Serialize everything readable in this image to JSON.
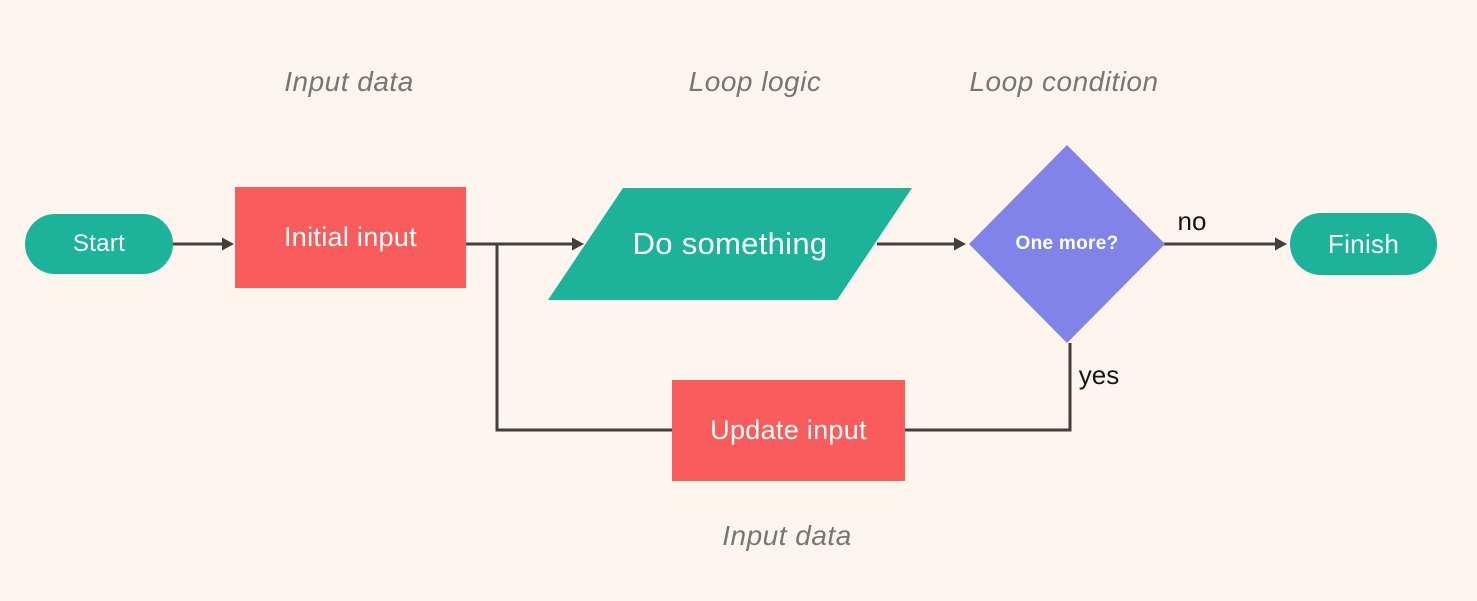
{
  "canvas": {
    "background": "#FDF5EE"
  },
  "palette": {
    "terminal_fill": "#1DB29A",
    "process_fill": "#F85C5C",
    "decision_fill": "#8183E8",
    "connector_color": "#433F3D",
    "annotation_text_color": "#7B7571",
    "shape_text_color": "#FFFFFF",
    "edge_label_text_color": "#161413"
  },
  "nodes": {
    "start": {
      "label": "Start",
      "type": "terminal"
    },
    "initial_input": {
      "label": "Initial input",
      "type": "process"
    },
    "do_something": {
      "label": "Do something",
      "type": "input-output"
    },
    "one_more": {
      "label": "One more?",
      "type": "decision"
    },
    "finish": {
      "label": "Finish",
      "type": "terminal"
    },
    "update_input": {
      "label": "Update input",
      "type": "process"
    }
  },
  "annotations": {
    "input_data_top": "Input data",
    "loop_logic": "Loop logic",
    "loop_condition": "Loop condition",
    "input_data_bottom": "Input data"
  },
  "edge_labels": {
    "no": "no",
    "yes": "yes"
  }
}
